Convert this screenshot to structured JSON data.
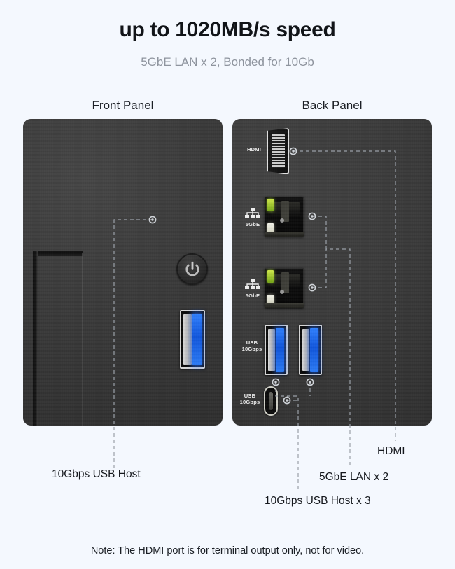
{
  "header": {
    "title": "up to 1020MB/s speed",
    "subtitle": "5GbE LAN x 2, Bonded for 10Gb"
  },
  "panels": {
    "front": {
      "label": "Front Panel"
    },
    "back": {
      "label": "Back Panel"
    }
  },
  "port_labels": {
    "hdmi": "HDMI",
    "lan_1": "5GbE",
    "lan_2": "5GbE",
    "usb_a_pair": "USB\n10Gbps",
    "usb_c": "USB\n10Gbps"
  },
  "callouts": {
    "front_usb": "10Gbps USB Host",
    "usb_host_x3": "10Gbps USB Host x 3",
    "lan_x2": "5GbE LAN x 2",
    "hdmi": "HDMI"
  },
  "note": "Note: The HDMI port is for terminal output only, not for video.",
  "icons": {
    "power": "power-icon",
    "network": "network-tree-icon"
  },
  "colors": {
    "background": "#f4f8fe",
    "title": "#111418",
    "subtitle": "#8e949e",
    "chassis": "#3a3a3a",
    "usb_blue": "#1056dd",
    "led_green": "#9fd12a",
    "callout_line": "#9aa0a8"
  }
}
